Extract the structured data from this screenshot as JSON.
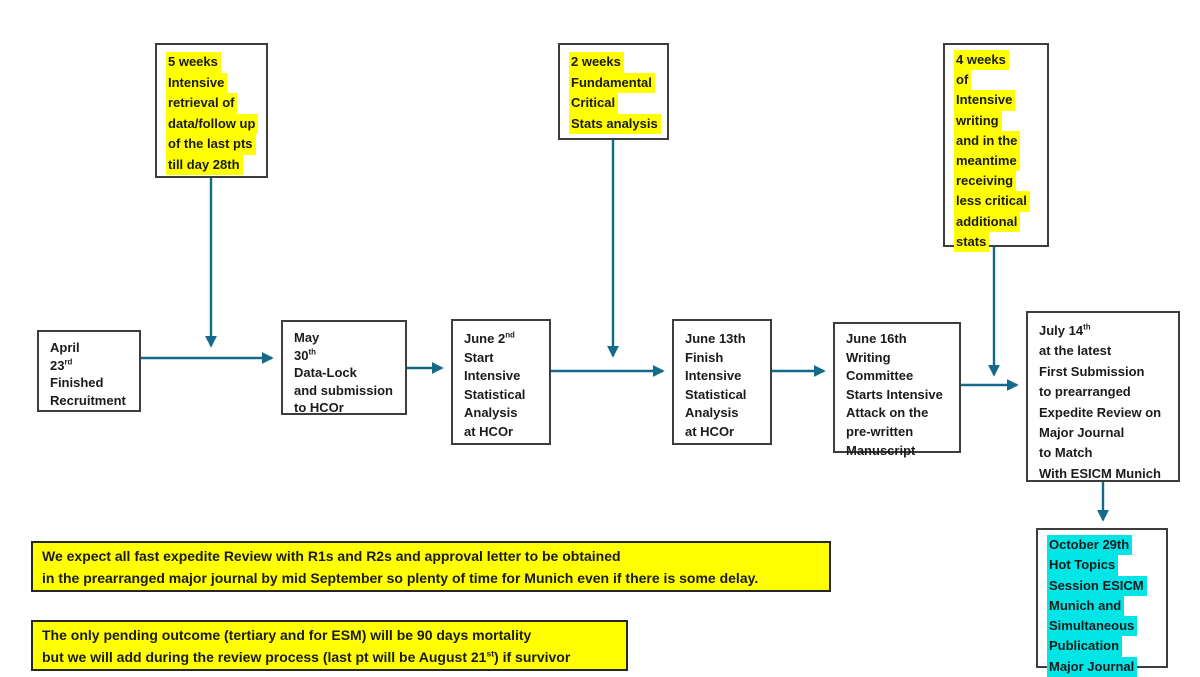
{
  "colors": {
    "accent": "#156A8C",
    "highlight_yellow": "#FFFF00",
    "highlight_cyan": "#00E5E5",
    "box_border": "#3d3d3d",
    "text": "#1b1b1b",
    "bg": "#ffffff"
  },
  "flow": {
    "weeks5": {
      "highlight": "yellow",
      "lines": [
        [
          {
            "t": "5 weeks"
          }
        ],
        [
          {
            "t": "Intensive"
          }
        ],
        [
          {
            "t": "retrieval of"
          }
        ],
        [
          {
            "t": "data/follow up"
          }
        ],
        [
          {
            "t": "of the last pts"
          }
        ],
        [
          {
            "t": "till day 28th"
          }
        ]
      ]
    },
    "weeks2": {
      "highlight": "yellow",
      "lines": [
        [
          {
            "t": "2 weeks"
          }
        ],
        [
          {
            "t": "Fundamental"
          }
        ],
        [
          {
            "t": "Critical"
          }
        ],
        [
          {
            "t": "Stats analysis"
          }
        ]
      ]
    },
    "weeks4": {
      "highlight": "yellow",
      "lines": [
        [
          {
            "t": "4 weeks"
          }
        ],
        [
          {
            "t": "of"
          }
        ],
        [
          {
            "t": "Intensive"
          }
        ],
        [
          {
            "t": "writing"
          }
        ],
        [
          {
            "t": "and in the"
          }
        ],
        [
          {
            "t": "meantime"
          }
        ],
        [
          {
            "t": "receiving"
          }
        ],
        [
          {
            "t": "less critical"
          }
        ],
        [
          {
            "t": "additional"
          }
        ],
        [
          {
            "t": "stats"
          }
        ]
      ]
    },
    "april": {
      "highlight": null,
      "lines": [
        [
          {
            "t": "April"
          }
        ],
        [
          {
            "t": "23"
          },
          {
            "t": "rd",
            "sup": true
          }
        ],
        [
          {
            "t": "Finished"
          }
        ],
        [
          {
            "t": "Recruitment"
          }
        ]
      ]
    },
    "may": {
      "highlight": null,
      "lines": [
        [
          {
            "t": "May"
          }
        ],
        [
          {
            "t": "30"
          },
          {
            "t": "th",
            "sup": true
          }
        ],
        [
          {
            "t": "Data-Lock"
          }
        ],
        [
          {
            "t": "and submission"
          }
        ],
        [
          {
            "t": "to HCOr"
          }
        ]
      ]
    },
    "june2": {
      "highlight": null,
      "lines": [
        [
          {
            "t": "June 2"
          },
          {
            "t": "nd",
            "sup": true
          }
        ],
        [
          {
            "t": "Start"
          }
        ],
        [
          {
            "t": "Intensive"
          }
        ],
        [
          {
            "t": "Statistical"
          }
        ],
        [
          {
            "t": "Analysis"
          }
        ],
        [
          {
            "t": "at HCOr"
          }
        ]
      ]
    },
    "june13": {
      "highlight": null,
      "lines": [
        [
          {
            "t": "June 13th"
          }
        ],
        [
          {
            "t": "Finish"
          }
        ],
        [
          {
            "t": "Intensive"
          }
        ],
        [
          {
            "t": "Statistical"
          }
        ],
        [
          {
            "t": "Analysis"
          }
        ],
        [
          {
            "t": "at HCOr"
          }
        ]
      ]
    },
    "june16": {
      "highlight": null,
      "lines": [
        [
          {
            "t": "June 16th"
          }
        ],
        [
          {
            "t": "Writing"
          }
        ],
        [
          {
            "t": "Committee"
          }
        ],
        [
          {
            "t": "Starts Intensive"
          }
        ],
        [
          {
            "t": "Attack on the"
          }
        ],
        [
          {
            "t": "pre-written"
          }
        ],
        [
          {
            "t": "Manuscript"
          }
        ]
      ]
    },
    "july14": {
      "highlight": null,
      "lines": [
        [
          {
            "t": "July 14"
          },
          {
            "t": "th",
            "sup": true
          }
        ],
        [
          {
            "t": "at the latest"
          }
        ],
        [
          {
            "t": "First Submission"
          }
        ],
        [
          {
            "t": "to prearranged"
          }
        ],
        [
          {
            "t": "Expedite Review on"
          }
        ],
        [
          {
            "t": "Major Journal"
          }
        ],
        [
          {
            "t": "to Match"
          }
        ],
        [
          {
            "t": "With ESICM Munich"
          }
        ]
      ]
    },
    "october": {
      "highlight": "cyan",
      "lines": [
        [
          {
            "t": "October 29th"
          }
        ],
        [
          {
            "t": "Hot Topics"
          }
        ],
        [
          {
            "t": "Session ESICM"
          }
        ],
        [
          {
            "t": "Munich and"
          }
        ],
        [
          {
            "t": "Simultaneous"
          }
        ],
        [
          {
            "t": "Publication"
          }
        ],
        [
          {
            "t": "Major Journal"
          }
        ]
      ]
    }
  },
  "notes": {
    "review": {
      "highlight": null,
      "lines": [
        [
          {
            "t": "We expect all fast expedite Review with R1s and R2s and approval letter to be obtained"
          }
        ],
        [
          {
            "t": "in the prearranged major journal by mid September so plenty of time for Munich even if there is some delay."
          }
        ]
      ]
    },
    "mortality": {
      "highlight": null,
      "lines": [
        [
          {
            "t": "The only pending outcome (tertiary and for ESM) will be 90 days mortality"
          }
        ],
        [
          {
            "t": "but we will add during the review process (last pt will be August 21"
          },
          {
            "t": "st",
            "sup": true
          },
          {
            "t": ") if survivor"
          }
        ]
      ]
    }
  }
}
